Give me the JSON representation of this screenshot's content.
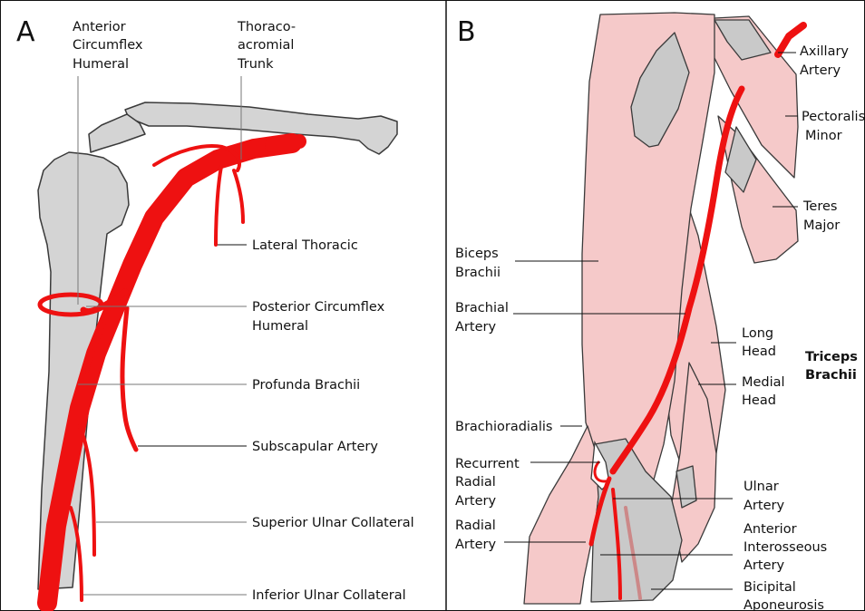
{
  "panel_a": {
    "letter": "A",
    "labels": {
      "anterior_circumflex": [
        "Anterior",
        "Circumflex",
        "Humeral"
      ],
      "thoraco_acromial": [
        "Thoraco-",
        "acromial",
        "Trunk"
      ],
      "lateral_thoracic": [
        "Lateral Thoracic"
      ],
      "posterior_circumflex": [
        "Posterior Circumflex",
        "Humeral"
      ],
      "profunda_brachii": [
        "Profunda Brachii"
      ],
      "subscapular": [
        "Subscapular Artery"
      ],
      "superior_ulnar": [
        "Superior Ulnar Collateral"
      ],
      "inferior_ulnar": [
        "Inferior Ulnar Collateral"
      ]
    }
  },
  "panel_b": {
    "letter": "B",
    "labels": {
      "axillary": [
        "Axillary",
        "Artery"
      ],
      "pectoralis_minor": [
        "Pectoralis",
        "Minor"
      ],
      "teres_major": [
        "Teres",
        "Major"
      ],
      "biceps_brachii": [
        "Biceps",
        "Brachii"
      ],
      "brachial_artery": [
        "Brachial",
        "Artery"
      ],
      "long_head": [
        "Long",
        "Head"
      ],
      "triceps_brachii": [
        "Triceps",
        "Brachii"
      ],
      "medial_head": [
        "Medial",
        "Head"
      ],
      "brachioradialis": [
        "Brachioradialis"
      ],
      "recurrent_radial": [
        "Recurrent",
        "Radial",
        "Artery"
      ],
      "ulnar_artery": [
        "Ulnar",
        "Artery"
      ],
      "radial_artery": [
        "Radial",
        "Artery"
      ],
      "anterior_interosseous": [
        "Anterior",
        "Interosseous",
        "Artery"
      ],
      "bicipital_aponeurosis": [
        "Bicipital",
        "Aponeurosis"
      ]
    }
  },
  "colors": {
    "artery": "#ee1111",
    "bone": "#d4d4d4",
    "muscle": "#f5c9c9",
    "tendon": "#c9c9c9"
  }
}
